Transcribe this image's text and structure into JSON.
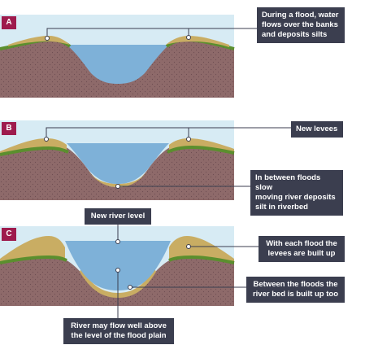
{
  "panels": [
    {
      "letter": "A"
    },
    {
      "letter": "B"
    },
    {
      "letter": "C"
    }
  ],
  "labels": {
    "a_flood": [
      "During a flood, water",
      "flows over the banks",
      "and deposits silts"
    ],
    "b_levees": [
      "New levees"
    ],
    "b_slow": [
      "In between floods slow",
      "moving river deposits",
      "silt in riverbed"
    ],
    "c_level": [
      "New river level"
    ],
    "c_each": [
      "With each flood the",
      "levees are built up"
    ],
    "c_between": [
      "Between the floods the",
      "river bed is built up too"
    ],
    "c_flow": [
      "River may flow well above",
      "the level of the flood plain"
    ]
  },
  "colors": {
    "sky": "#d7ebf4",
    "soil": "#8e6a6a",
    "grass": "#5b8f2e",
    "silt": "#c9ad63",
    "water": "#7eb1d8",
    "callout_bg": "#3b3e4f",
    "panel_letter_bg": "#9e1b4d"
  }
}
